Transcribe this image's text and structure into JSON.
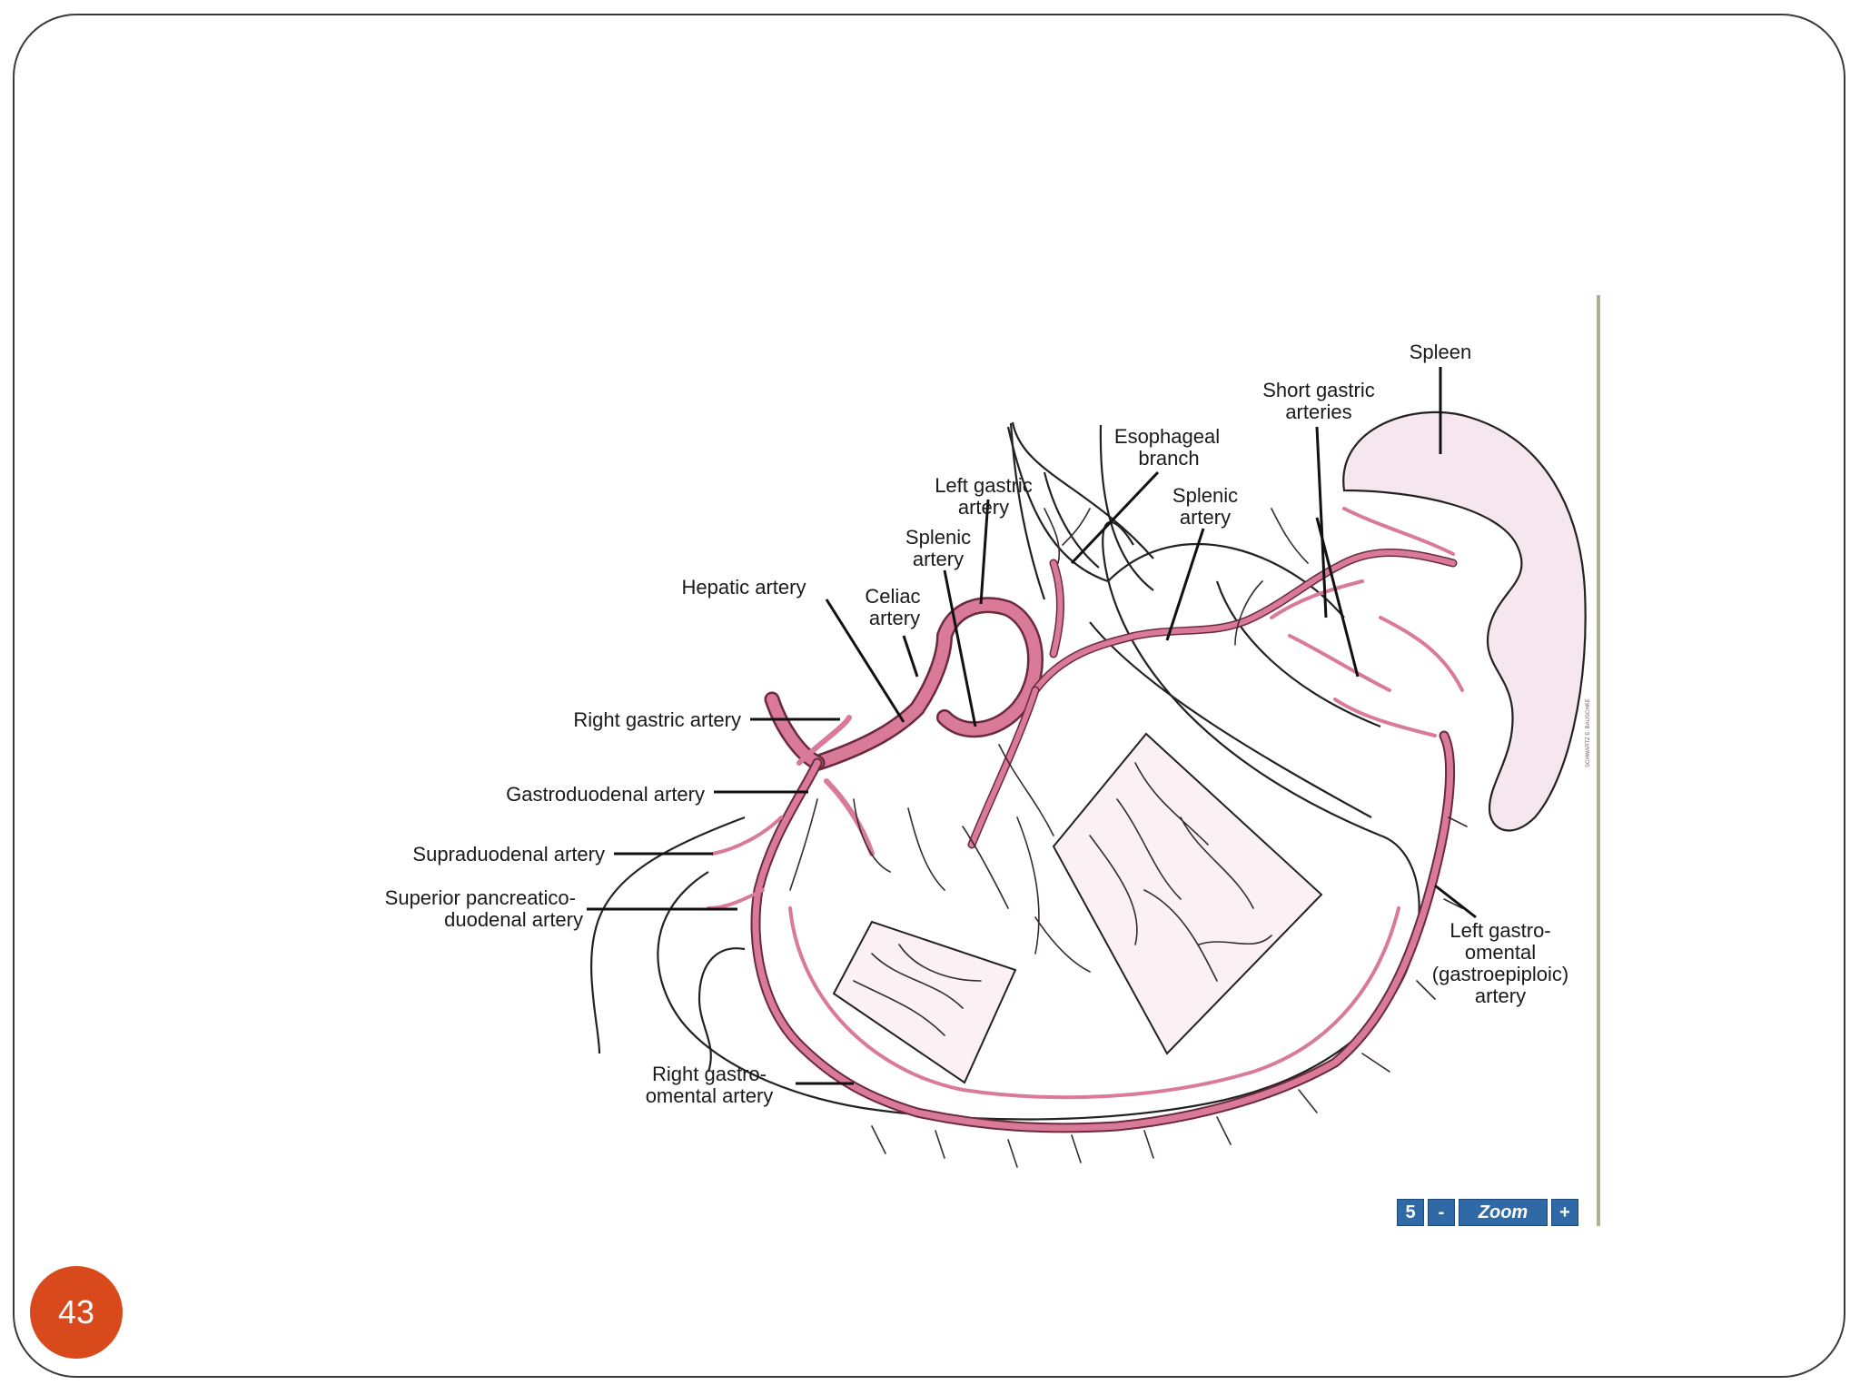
{
  "slide": {
    "page_number": "43"
  },
  "diagram": {
    "labels": {
      "spleen": "Spleen",
      "short_gastric_1": "Short gastric",
      "short_gastric_2": "arteries",
      "esophageal_1": "Esophageal",
      "esophageal_2": "branch",
      "left_gastric_1": "Left gastric",
      "left_gastric_2": "artery",
      "splenic_right_1": "Splenic",
      "splenic_right_2": "artery",
      "splenic_left_1": "Splenic",
      "splenic_left_2": "artery",
      "hepatic": "Hepatic artery",
      "celiac_1": "Celiac",
      "celiac_2": "artery",
      "right_gastric": "Right gastric artery",
      "gastroduodenal": "Gastroduodenal artery",
      "supraduodenal": "Supraduodenal artery",
      "sup_pancreatico_1": "Superior pancreatico-",
      "sup_pancreatico_2": "duodenal artery",
      "right_gastro_1": "Right gastro-",
      "right_gastro_2": "omental artery",
      "left_gastro_1": "Left gastro-",
      "left_gastro_2": "omental",
      "left_gastro_3": "(gastroepiploic)",
      "left_gastro_4": "artery"
    },
    "artist_signature": "SCHWARTZ E. BAUSCHKE"
  },
  "zoom_control": {
    "reset": "5",
    "minus": "-",
    "label": "Zoom",
    "plus": "+"
  },
  "colors": {
    "artery": "#d97a9a",
    "spleen_fill": "#f6e6ee",
    "badge": "#d84a1c"
  }
}
